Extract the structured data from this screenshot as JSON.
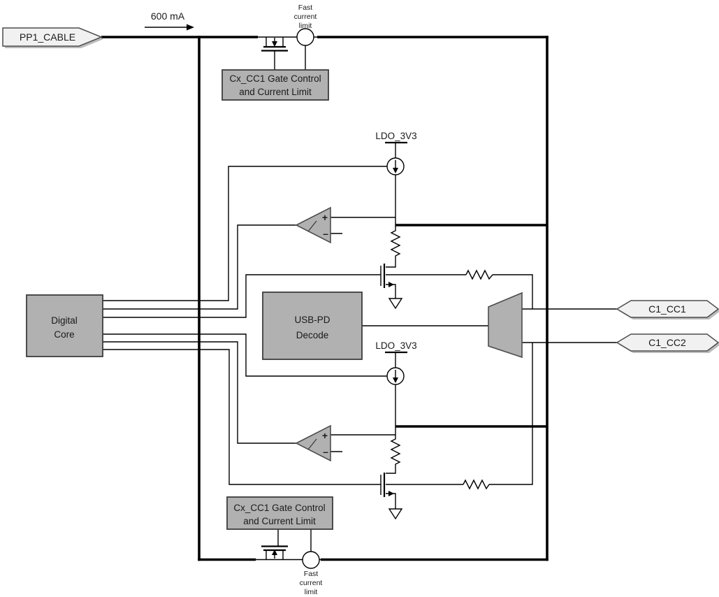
{
  "ports": {
    "pp1_cable": "PP1_CABLE",
    "c1_cc1": "C1_CC1",
    "c1_cc2": "C1_CC2"
  },
  "annotations": {
    "current_arrow": "600 mA",
    "fast_limit_top": {
      "l1": "Fast",
      "l2": "current",
      "l3": "limit"
    },
    "fast_limit_bottom": {
      "l1": "Fast",
      "l2": "current",
      "l3": "limit"
    }
  },
  "blocks": {
    "gate_control_top": {
      "line1": "Cx_CC1 Gate Control",
      "line2": "and Current Limit"
    },
    "gate_control_bottom": {
      "line1": "Cx_CC1 Gate Control",
      "line2": "and Current Limit"
    },
    "digital_core": {
      "line1": "Digital",
      "line2": "Core"
    },
    "usb_pd_decode": {
      "line1": "USB-PD",
      "line2": "Decode"
    }
  },
  "rails": {
    "ldo_top": "LDO_3V3",
    "ldo_bottom": "LDO_3V3"
  },
  "comparators": {
    "top": {
      "plus": "+",
      "minus": "–"
    },
    "bottom": {
      "plus": "+",
      "minus": "–"
    }
  },
  "colors": {
    "background": "#ffffff",
    "line": "#000000",
    "block_fill": "#b1b1b1",
    "block_border": "#3d3d3d",
    "tag_fill": "#f1f1f1",
    "tag_border": "#4d4d4d"
  }
}
